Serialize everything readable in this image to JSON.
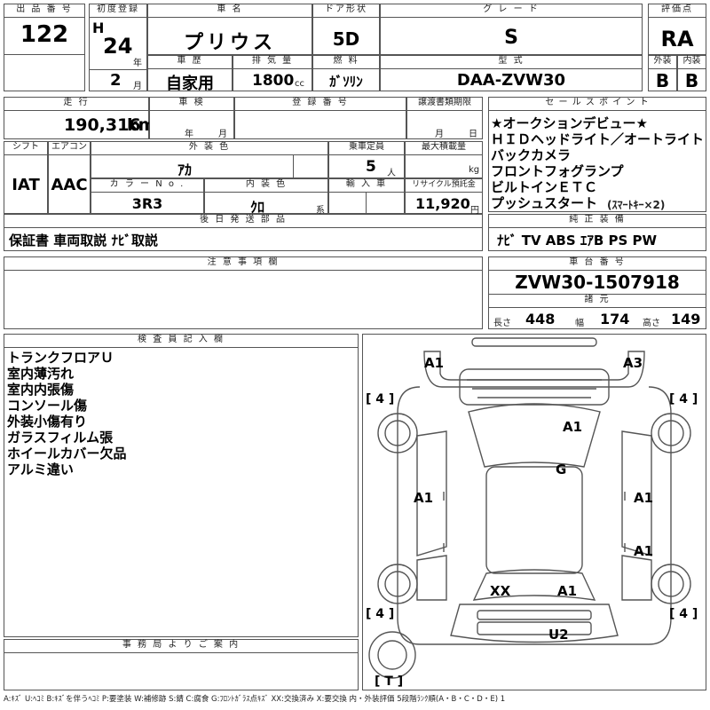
{
  "headers": {
    "lot_no": "出 品 番 号",
    "first_reg": "初度登録",
    "car_name": "車 名",
    "door": "ドア形状",
    "grade": "グ レ ー ド",
    "score": "評価点",
    "history": "車 歴",
    "displacement": "排 気 量",
    "fuel": "燃 料",
    "model": "型 式",
    "exterior": "外装",
    "interior": "内装",
    "mileage": "走 行",
    "inspection": "車 検",
    "reg_no": "登 録 番 号",
    "transfer_deadline": "譲渡書類期限",
    "selling_points": "セ ー ル ス ポ イ ン ト",
    "shift": "シフト",
    "aircon": "エアコン",
    "ext_color": "外 装 色",
    "capacity": "乗車定員",
    "max_load": "最大積載量",
    "color_no": "カ ラ ー N o .",
    "int_color": "内 装 色",
    "import": "輸 入 車",
    "recycle": "リサイクル預託金",
    "later_parts": "後 日 発 送 部 品",
    "equipment": "純 正 装 備",
    "notes": "注 意 事 項 欄",
    "chassis": "車 台 番 号",
    "specs": "諸 元",
    "inspector": "検 査 員 記 入 欄",
    "office": "事 務 局 よ り ご 案 内"
  },
  "values": {
    "lot_no": "122",
    "era": "H",
    "year": "24",
    "year_unit": "年",
    "month": "2",
    "month_unit": "月",
    "car_name": "プリウス",
    "door": "5D",
    "grade": "S",
    "score": "RA",
    "history": "自家用",
    "displacement": "1800",
    "displacement_unit": "cc",
    "fuel": "ｶﾞｿﾘﾝ",
    "model": "DAA-ZVW30",
    "exterior": "B",
    "interior": "B",
    "mileage": "190,316",
    "mileage_unit": "km",
    "inspection_year_unit": "年",
    "inspection_month_unit": "月",
    "transfer_month_unit": "月",
    "transfer_day_unit": "日",
    "shift": "IAT",
    "aircon": "AAC",
    "ext_color": "ｱｶ",
    "capacity": "5",
    "capacity_unit": "人",
    "max_load_unit": "kg",
    "color_no": "3R3",
    "int_color": "ｸﾛ",
    "int_color_unit": "系",
    "recycle": "11,920",
    "recycle_unit": "円",
    "later_parts": "保証書 車両取説 ﾅﾋﾞ取説",
    "equipment": "ﾅﾋﾞ TV ABS ｴｱB PS PW",
    "chassis": "ZVW30-1507918",
    "length_label": "長さ",
    "length": "448",
    "width_label": "幅",
    "width": "174",
    "height_label": "高さ",
    "height": "149"
  },
  "selling_points": [
    "★オークションデビュー★",
    "ＨＩＤヘッドライト／オートライト",
    "バックカメラ",
    "フロントフォグランプ",
    "ビルトインＥＴＣ",
    "プッシュスタート"
  ],
  "selling_points_note": "(ｽﾏｰﾄｷｰ×2)",
  "inspector_notes": [
    "トランクフロアＵ",
    "室内薄汚れ",
    "室内内張傷",
    "コンソール傷",
    "外装小傷有り",
    "ガラスフィルム張",
    "ホイールカバー欠品",
    "アルミ違い"
  ],
  "diagram_marks": {
    "rear_left": "A1",
    "rear_right": "A3",
    "roof": "A1",
    "glass": "G",
    "left_door_rear": "A1",
    "right_door_rear": "A1",
    "right_door_front": "A1",
    "hood_left": "XX",
    "hood_right": "A1",
    "front_bumper": "U2",
    "tire_rl": "[ 4 ]",
    "tire_rr": "[ 4 ]",
    "tire_fl": "[ 4 ]",
    "tire_fr": "[ 4 ]",
    "spare": "[ T ]"
  },
  "legend": "A:ｷｽﾞ U:ﾍｺﾐ B:ｷｽﾞを伴うﾍｺﾐ P:要塗装 W:補修跡 S:錆 C:腐食 G:ﾌﾛﾝﾄｶﾞﾗｽ点ｷｽﾞ XX:交換済み X:要交換 内・外装評価 5段階ﾗﾝｸ順(A・B・C・D・E) 1"
}
